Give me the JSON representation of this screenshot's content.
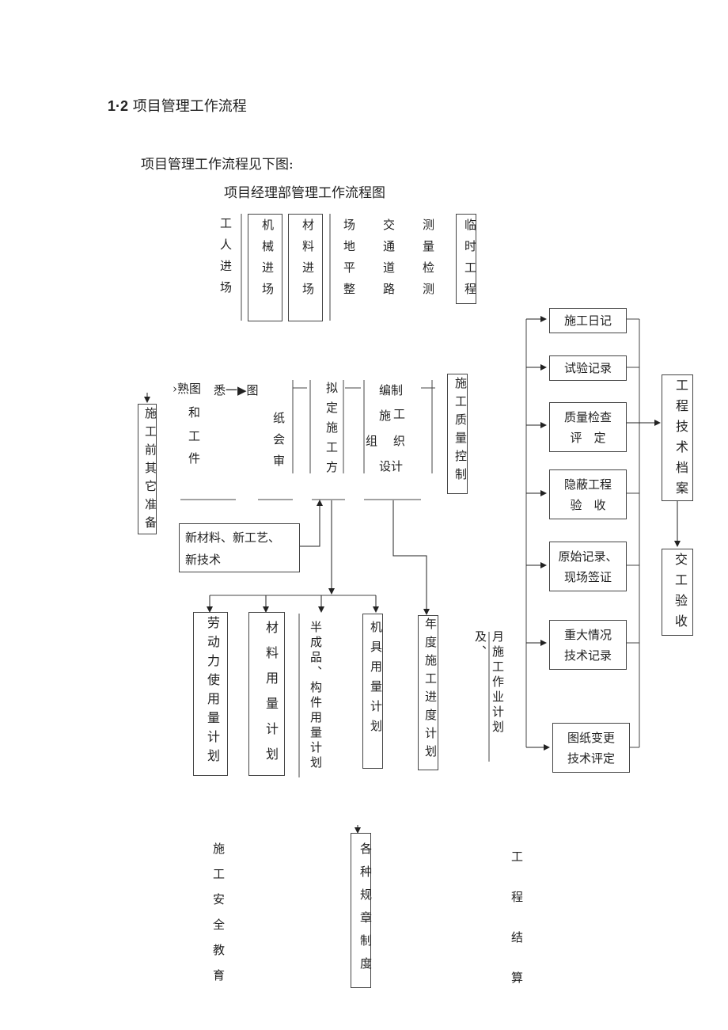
{
  "heading": {
    "number": "1·2",
    "text": "项目管理工作流程"
  },
  "intro": "项目管理工作流程见下图:",
  "diagram_title": "项目经理部管理工作流程图",
  "top_row": {
    "worker": "工人进场",
    "machine": "机械进场",
    "material": "材料进场",
    "site": "场地平整",
    "road": "交通道路",
    "survey": "测量检测",
    "temp": "临时工程"
  },
  "middle_row": {
    "pre_other": "施工前其它准备",
    "familiar": [
      "›熟图",
      "悉一▶图",
      "和",
      "工",
      "件"
    ],
    "review": "纸会审",
    "scheme": "拟定施工方",
    "design": [
      "编制",
      "施",
      "工",
      "组",
      "织",
      "设计"
    ],
    "quality": "施工质量控制",
    "new_tech": [
      "新材料、新工艺、",
      "新技术"
    ]
  },
  "plans": {
    "labor": "劳动力使用量计划",
    "material": "材料用量计划",
    "semi": "半成品、构件用量计划",
    "tools": "机具用量计划",
    "annual": "年度施工进度计划",
    "monthly": "月施工作业计划及、"
  },
  "right_panel": {
    "log": "施工日记",
    "test": "试验记录",
    "quality_check": [
      "质量检查",
      "评　定"
    ],
    "hidden": [
      "隐蔽工程",
      "验　收"
    ],
    "raw": [
      "原始记录、",
      "现场签证"
    ],
    "major": [
      "重大情况",
      "技术记录"
    ],
    "drawing_change": [
      "图纸变更",
      "技术评定"
    ],
    "archive": "工程技术档案",
    "handover": "交工验收"
  },
  "bottom_row": {
    "safety": "施工安全教育",
    "rules": "各种规章制度",
    "settlement": "工程结算"
  }
}
